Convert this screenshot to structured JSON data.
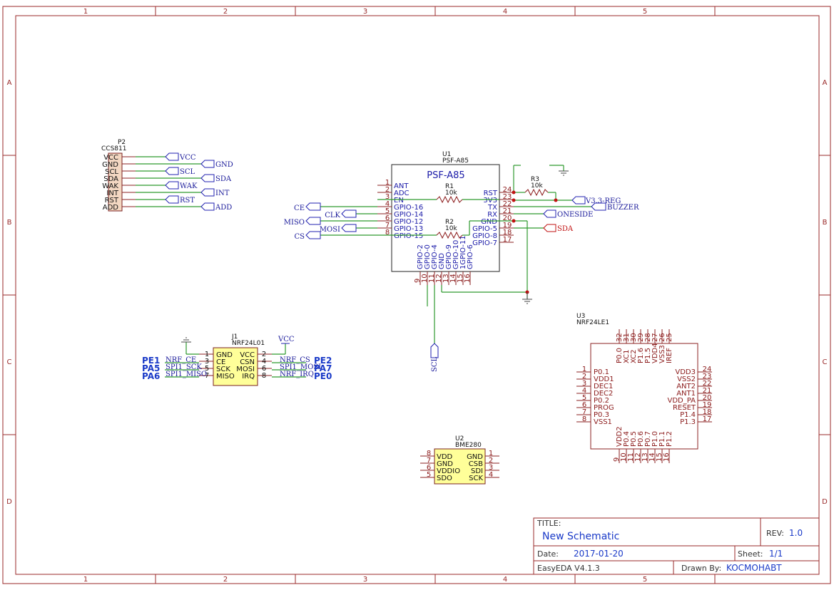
{
  "frame": {
    "columns": [
      "1",
      "2",
      "3",
      "4",
      "5"
    ],
    "rows": [
      "A",
      "B",
      "C",
      "D"
    ]
  },
  "p2": {
    "ref": "P2",
    "value": "CCS811",
    "pins": [
      "VCC",
      "GND",
      "SCL",
      "SDA",
      "WAK",
      "INT",
      "RST",
      "ADD"
    ],
    "nets": [
      "VCC",
      "GND",
      "SCL",
      "SDA",
      "WAK",
      "INT",
      "RST",
      "ADD"
    ]
  },
  "u1": {
    "ref": "U1",
    "value": "PSF-A85",
    "title": "PSF-A85",
    "left_pins": [
      {
        "num": "1",
        "name": "ANT"
      },
      {
        "num": "2",
        "name": "ADC"
      },
      {
        "num": "3",
        "name": "EN"
      },
      {
        "num": "4",
        "name": "GPIO-16"
      },
      {
        "num": "5",
        "name": "GPIO-14"
      },
      {
        "num": "6",
        "name": "GPIO-12"
      },
      {
        "num": "7",
        "name": "GPIO-13"
      },
      {
        "num": "8",
        "name": "GPIO-15"
      }
    ],
    "right_pins": [
      {
        "num": "24",
        "name": "RST"
      },
      {
        "num": "23",
        "name": "3V3"
      },
      {
        "num": "22",
        "name": "TX"
      },
      {
        "num": "21",
        "name": "RX"
      },
      {
        "num": "20",
        "name": "GND"
      },
      {
        "num": "19",
        "name": "GPIO-5"
      },
      {
        "num": "18",
        "name": "GPIO-8"
      },
      {
        "num": "17",
        "name": "GPIO-7"
      }
    ],
    "bottom_pins": [
      {
        "num": "9",
        "name": "GPIO-2"
      },
      {
        "num": "10",
        "name": "GPIO-0"
      },
      {
        "num": "11",
        "name": "GPIO-4"
      },
      {
        "num": "12",
        "name": "GND"
      },
      {
        "num": "13",
        "name": "GPIO-9"
      },
      {
        "num": "14",
        "name": "GPIO-10"
      },
      {
        "num": "15",
        "name": "1GPIO-11"
      },
      {
        "num": "16",
        "name": "GPIO-6"
      }
    ],
    "left_nets": [
      "CE",
      "CLK",
      "MISO",
      "MOSI",
      "CS"
    ],
    "right_nets": {
      "v33": "V3.3-REG",
      "buzzer": "BUZZER",
      "oneside": "ONESIDE",
      "sda": "SDA"
    },
    "bottom_net": "SCL"
  },
  "r1": {
    "ref": "R1",
    "value": "10k"
  },
  "r2": {
    "ref": "R2",
    "value": "10k"
  },
  "r3": {
    "ref": "R3",
    "value": "10k"
  },
  "j1": {
    "ref": "J1",
    "value": "NRF24L01",
    "vcc_label": "VCC",
    "left_pins": [
      {
        "num": "1",
        "name": "GND"
      },
      {
        "num": "3",
        "name": "CE"
      },
      {
        "num": "5",
        "name": "SCK"
      },
      {
        "num": "7",
        "name": "MISO"
      }
    ],
    "right_pins": [
      {
        "num": "2",
        "name": "VCC"
      },
      {
        "num": "4",
        "name": "CSN"
      },
      {
        "num": "6",
        "name": "MOSI"
      },
      {
        "num": "8",
        "name": "IRQ"
      }
    ],
    "left_nets": [
      "NRF_CE",
      "SPI1_SCK",
      "SPI1_MISO"
    ],
    "right_nets": [
      "NRF_CS",
      "SPI1_MOSI",
      "NRF_IRQ"
    ],
    "left_ports": [
      "PE1",
      "PA5",
      "PA6"
    ],
    "right_ports": [
      "PE2",
      "PA7",
      "PE0"
    ]
  },
  "u3": {
    "ref": "U3",
    "value": "NRF24LE1",
    "top_pins": [
      {
        "num": "32",
        "name": "P0.0"
      },
      {
        "num": "31",
        "name": "XC1"
      },
      {
        "num": "30",
        "name": "XC2"
      },
      {
        "num": "29",
        "name": "P1.6"
      },
      {
        "num": "28",
        "name": "P1.5"
      },
      {
        "num": "27",
        "name": "VDD4"
      },
      {
        "num": "26",
        "name": "VSS3"
      },
      {
        "num": "25",
        "name": "IREF"
      }
    ],
    "left_pins": [
      {
        "num": "1",
        "name": "P0.1"
      },
      {
        "num": "2",
        "name": "VDD1"
      },
      {
        "num": "3",
        "name": "DEC1"
      },
      {
        "num": "4",
        "name": "DEC2"
      },
      {
        "num": "5",
        "name": "P0.2"
      },
      {
        "num": "6",
        "name": "PROG"
      },
      {
        "num": "7",
        "name": "P0.3"
      },
      {
        "num": "8",
        "name": "VSS1"
      }
    ],
    "right_pins": [
      {
        "num": "24",
        "name": "VDD3"
      },
      {
        "num": "23",
        "name": "VSS2"
      },
      {
        "num": "22",
        "name": "ANT2"
      },
      {
        "num": "21",
        "name": "ANT1"
      },
      {
        "num": "20",
        "name": "VDD_PA"
      },
      {
        "num": "19",
        "name": "RESET"
      },
      {
        "num": "18",
        "name": "P1.4"
      },
      {
        "num": "17",
        "name": "P1.3"
      }
    ],
    "bottom_pins": [
      {
        "num": "9",
        "name": "VDD2"
      },
      {
        "num": "10",
        "name": "P0.4"
      },
      {
        "num": "11",
        "name": "P0.5"
      },
      {
        "num": "12",
        "name": "P0.6"
      },
      {
        "num": "13",
        "name": "P0.7"
      },
      {
        "num": "14",
        "name": "P1.0"
      },
      {
        "num": "15",
        "name": "P1.1"
      },
      {
        "num": "16",
        "name": "P1.2"
      }
    ]
  },
  "u2": {
    "ref": "U2",
    "value": "BME280",
    "left_pins": [
      {
        "num": "8",
        "name": "VDD"
      },
      {
        "num": "7",
        "name": "GND"
      },
      {
        "num": "6",
        "name": "VDDIO"
      },
      {
        "num": "5",
        "name": "SDO"
      }
    ],
    "right_pins": [
      {
        "num": "1",
        "name": "GND"
      },
      {
        "num": "2",
        "name": "CSB"
      },
      {
        "num": "3",
        "name": "SDI"
      },
      {
        "num": "4",
        "name": "SCK"
      }
    ]
  },
  "title_block": {
    "title_label": "TITLE:",
    "title": "New Schematic",
    "rev_label": "REV:",
    "rev": "1.0",
    "date_label": "Date:",
    "date": "2017-01-20",
    "sheet_label": "Sheet:",
    "sheet": "1/1",
    "tool": "EasyEDA V4.1.3",
    "drawn_label": "Drawn By:",
    "drawn_by": "KOCMOHABT"
  },
  "colors": {
    "frame": "#9a2a2a",
    "wire": "#2e9a2e",
    "net_label": "#1a1aa8",
    "chip_fill": "#ffff99",
    "highlight": "#c01010"
  }
}
